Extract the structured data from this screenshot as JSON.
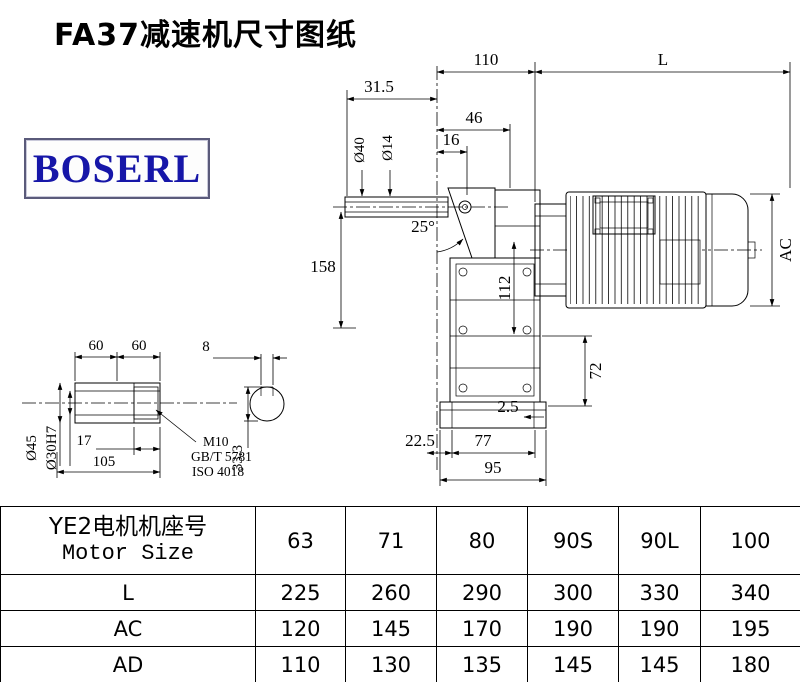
{
  "title": "FA37减速机尺寸图纸",
  "logo": "BOSERL",
  "drawing": {
    "main": {
      "d110": "110",
      "L": "L",
      "d31_5": "31.5",
      "d46": "46",
      "d16": "16",
      "dia40": "Ø40",
      "dia14": "Ø14",
      "angle": "25°",
      "d158": "158",
      "d112": "112",
      "ac": "AC",
      "d72": "72",
      "d2_5": "2.5",
      "d22_5": "22.5",
      "d77": "77",
      "d95": "95"
    },
    "shaft": {
      "d60a": "60",
      "d60b": "60",
      "d8": "8",
      "dia45": "Ø45",
      "dia30": "Ø30H7",
      "d17": "17",
      "d105": "105",
      "d33_3": "33.3",
      "m10": "M10",
      "gbt": "GB/T 5781",
      "iso": "ISO 4018"
    }
  },
  "table": {
    "header": {
      "motor_size_cn": "YE2电机机座号",
      "motor_size_en": "Motor Size",
      "cols": [
        "63",
        "71",
        "80",
        "90S",
        "90L",
        "100"
      ]
    },
    "rows": [
      {
        "label": "L",
        "values": [
          "225",
          "260",
          "290",
          "300",
          "330",
          "340"
        ]
      },
      {
        "label": "AC",
        "values": [
          "120",
          "145",
          "170",
          "190",
          "190",
          "195"
        ]
      },
      {
        "label": "AD",
        "values": [
          "110",
          "130",
          "135",
          "145",
          "145",
          "180"
        ]
      }
    ]
  }
}
